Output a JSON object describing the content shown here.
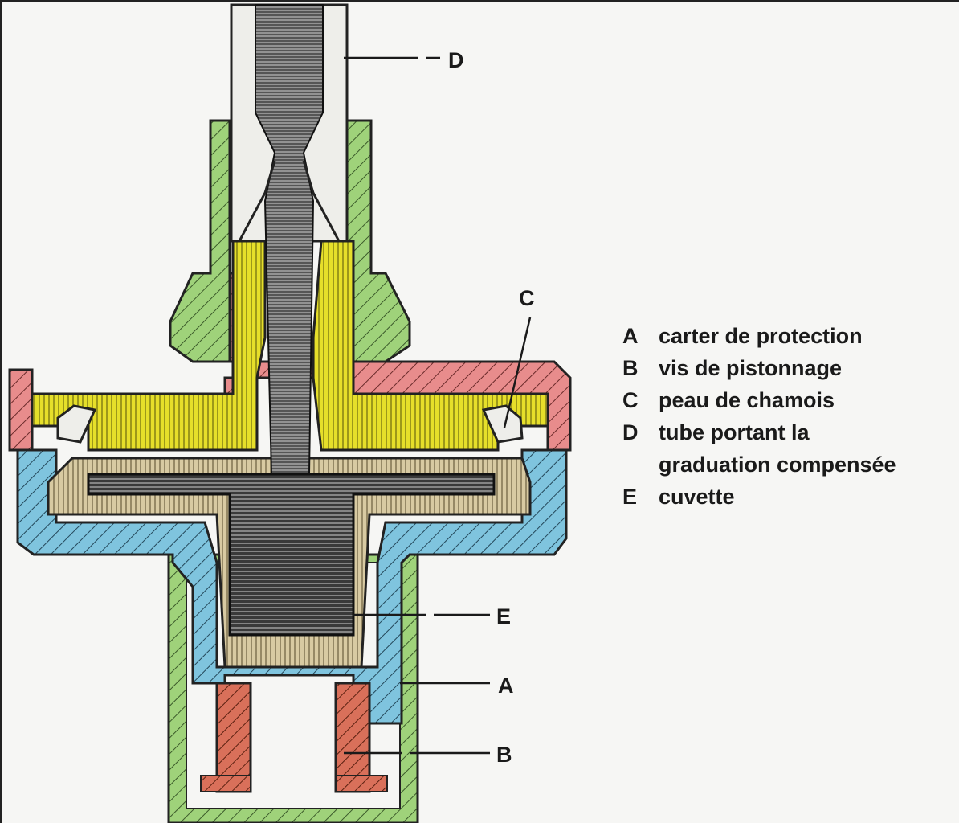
{
  "colors": {
    "protection_case": "#9fd27a",
    "piston_screw": "#d9705a",
    "cap": "#e88c8c",
    "dish": "#7fc4de",
    "yellow_body": "#e6df2a",
    "tan_body": "#d8caa2",
    "dark_core": "#2a2a2a"
  },
  "callouts": [
    {
      "id": "D",
      "letter": "D"
    },
    {
      "id": "C",
      "letter": "C"
    },
    {
      "id": "E",
      "letter": "E"
    },
    {
      "id": "A",
      "letter": "A"
    },
    {
      "id": "B",
      "letter": "B"
    }
  ],
  "legend": [
    {
      "key": "A",
      "text": "carter de protection"
    },
    {
      "key": "B",
      "text": "vis de pistonnage"
    },
    {
      "key": "C",
      "text": "peau de chamois"
    },
    {
      "key": "D",
      "text": "tube portant la\ngraduation compensée"
    },
    {
      "key": "E",
      "text": "cuvette"
    }
  ]
}
